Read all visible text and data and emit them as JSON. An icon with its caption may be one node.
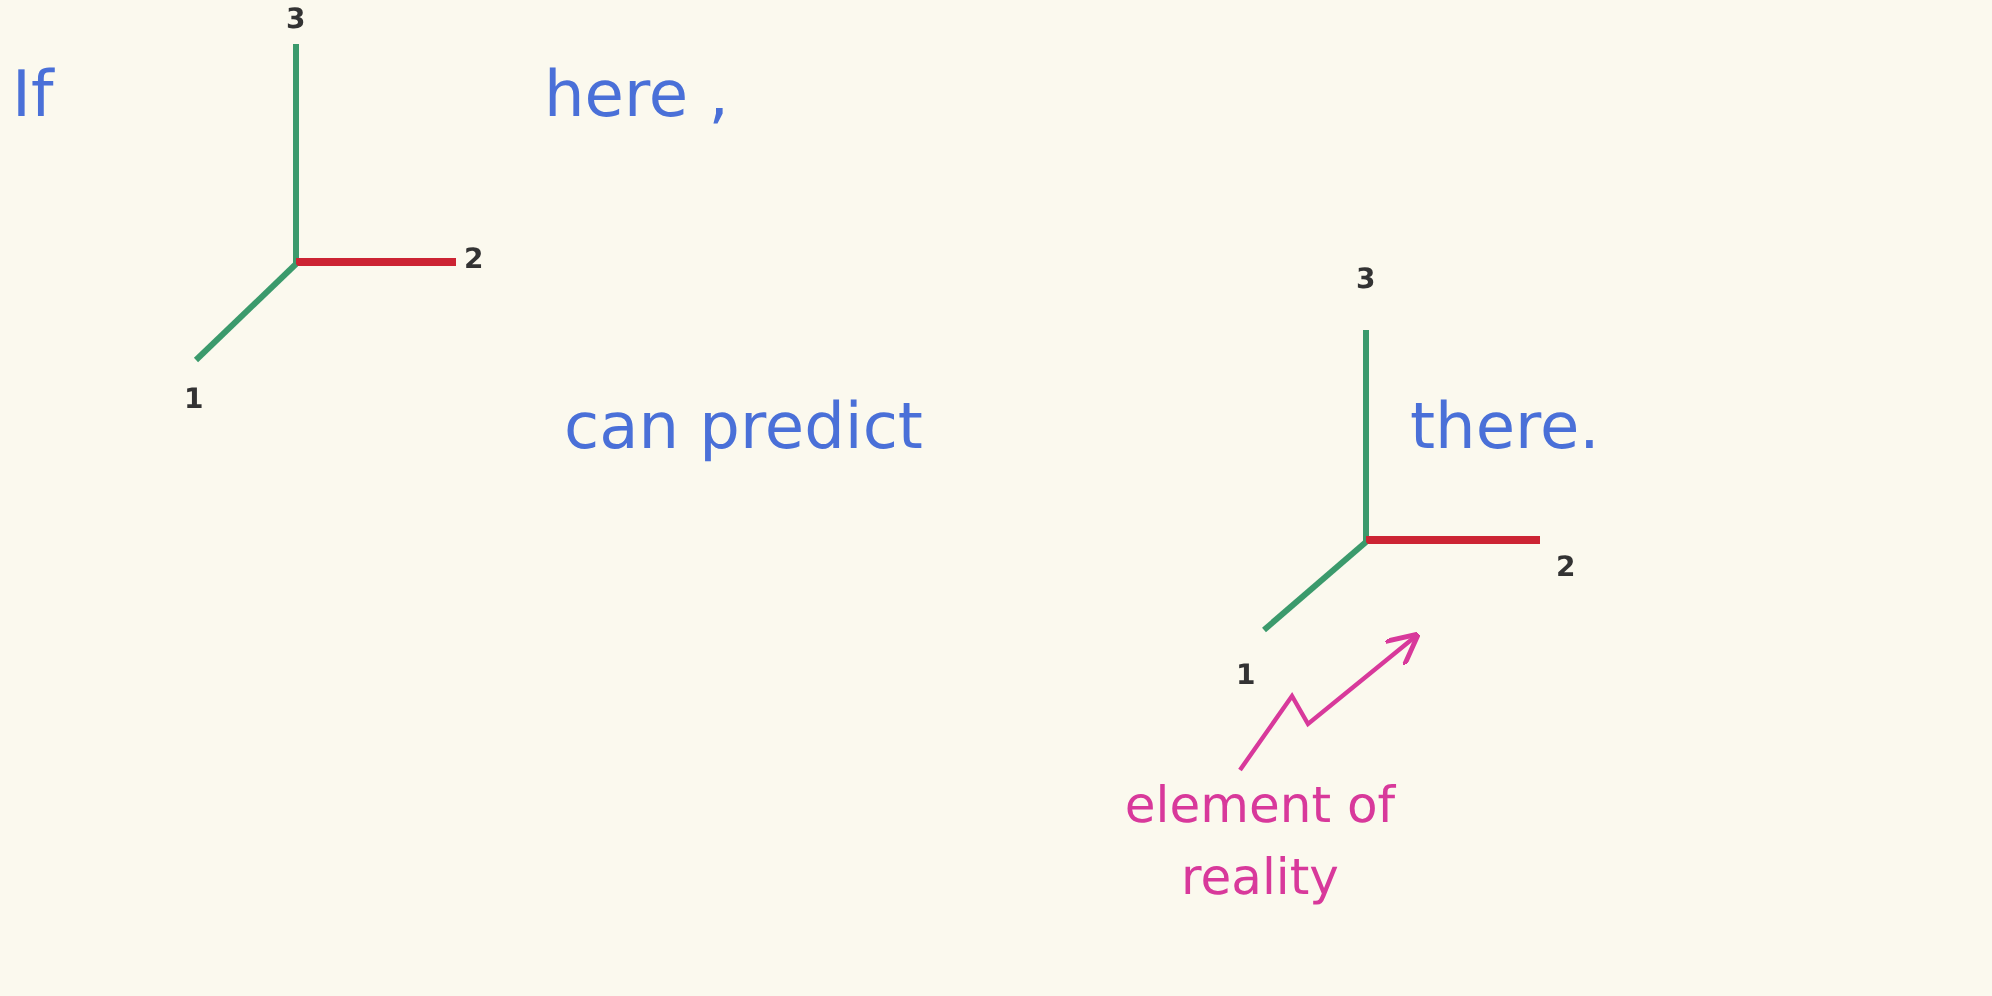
{
  "diagram": {
    "nodes": [
      {
        "text": [],
        "shape": "picture"
      },
      {
        "text": [
          "element of reality"
        ]
      }
    ],
    "edges": [
      {
        "from": 1,
        "to": 0,
        "arrow": "to",
        "color": "#d8399b"
      }
    ],
    "labels": [
      "If",
      "3",
      "here ,",
      "2",
      "1",
      "can predict",
      "3",
      "there.",
      "2",
      "1"
    ]
  }
}
